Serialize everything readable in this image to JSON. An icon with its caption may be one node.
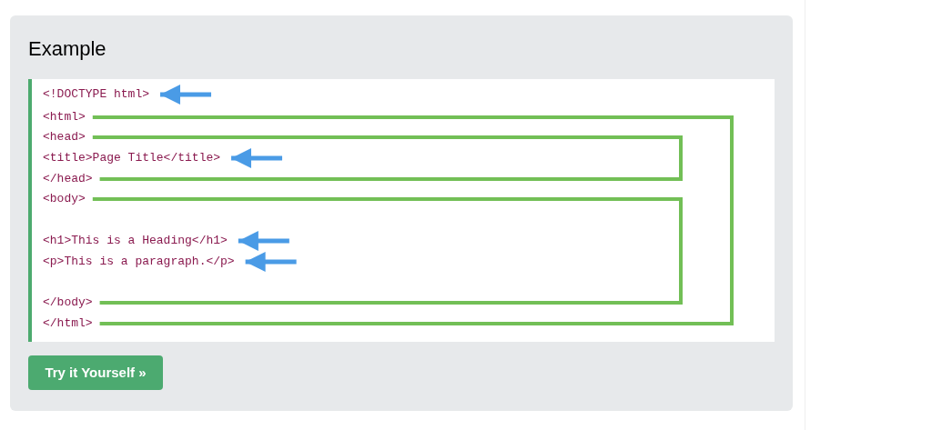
{
  "diagram": {
    "title": "Example",
    "nodes": [
      {
        "text": [
          "<!DOCTYPE html>"
        ]
      },
      {
        "text": [
          "<html>"
        ]
      },
      {
        "text": [
          "<head>"
        ]
      },
      {
        "text": [
          "<title>Page Title</title>"
        ]
      },
      {
        "text": [
          "</head>"
        ]
      },
      {
        "text": [
          "<body>"
        ]
      },
      {
        "text": [
          "<h1>This is a Heading</h1>"
        ]
      },
      {
        "text": [
          "<p>This is a paragraph.</p>"
        ]
      },
      {
        "text": [
          "</body>"
        ]
      },
      {
        "text": [
          "</html>"
        ]
      }
    ],
    "edges": [
      {
        "from": null,
        "to": 0,
        "arrow": "to",
        "color": "#4a9be6"
      },
      {
        "from": 1,
        "to": 9,
        "arrow": "none",
        "color": "#72bf56"
      },
      {
        "from": 2,
        "to": 4,
        "arrow": "none",
        "color": "#72bf56"
      },
      {
        "from": null,
        "to": 3,
        "arrow": "to",
        "color": "#4a9be6"
      },
      {
        "from": 5,
        "to": 8,
        "arrow": "none",
        "color": "#72bf56"
      },
      {
        "from": null,
        "to": 6,
        "arrow": "to",
        "color": "#4a9be6"
      },
      {
        "from": null,
        "to": 7,
        "arrow": "to",
        "color": "#4a9be6"
      }
    ],
    "labels": [
      "Try it Yourself »"
    ]
  }
}
